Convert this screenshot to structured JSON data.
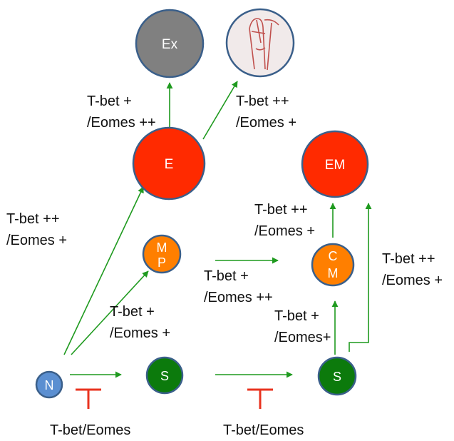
{
  "colors": {
    "arrow": "#1f9a1f",
    "inhibit": "#e8331f",
    "node_stroke": "#3a5f8a",
    "naive": "#5b8fd1",
    "effector": "#ff2a00",
    "memory_precursor": "#ff7f00",
    "central_memory": "#ff7f00",
    "stem": "#0c7a0c",
    "exhausted": "#808080",
    "death_bg": "#f1eaea",
    "death_figure": "#c0504d"
  },
  "nodes": {
    "ex": "Ex",
    "death": "death-reaper-icon",
    "e": "E",
    "em": "EM",
    "mp": [
      "M",
      "P"
    ],
    "cm": [
      "C",
      "M"
    ],
    "n": "N",
    "s1": "S",
    "s2": "S"
  },
  "labels": {
    "e_to_ex": [
      "T-bet +",
      "/Eomes ++"
    ],
    "e_to_death": [
      "T-bet ++",
      "/Eomes +"
    ],
    "n_to_e": [
      "T-bet ++",
      "/Eomes +"
    ],
    "cm_to_em": [
      "T-bet ++",
      "/Eomes +"
    ],
    "mp_to_cm": [
      "T-bet +",
      "/Eomes ++"
    ],
    "n_to_mp": [
      "T-bet +",
      "/Eomes +"
    ],
    "s_to_cm": [
      "T-bet +",
      "/Eomes+"
    ],
    "s_to_em": [
      "T-bet ++",
      "/Eomes +"
    ],
    "inhibit_left": "T-bet/Eomes",
    "inhibit_right": "T-bet/Eomes"
  }
}
